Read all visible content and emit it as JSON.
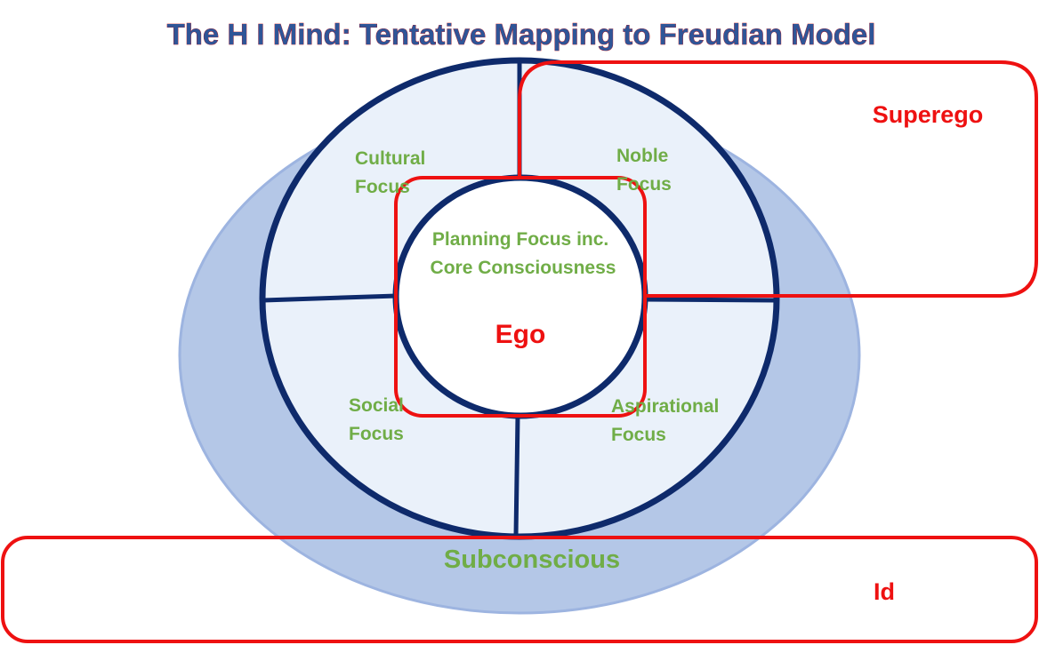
{
  "title": "The H I Mind: Tentative Mapping to Freudian Model",
  "quadrants": {
    "cultural": [
      "Cultural",
      "Focus"
    ],
    "noble": [
      "Noble",
      "Focus"
    ],
    "social": [
      "Social",
      "Focus"
    ],
    "aspirational": [
      "Aspirational",
      "Focus"
    ]
  },
  "core": [
    "Planning Focus inc.",
    "Core Consciousness"
  ],
  "ego": "Ego",
  "superego": "Superego",
  "subconscious": "Subconscious",
  "id": "Id",
  "colors": {
    "navy": "#0e2a6b",
    "red": "#ee1111",
    "green": "#70ad47",
    "outer": "#b4c7e7",
    "inner": "#eaf1fa",
    "title": "#2f5597"
  }
}
